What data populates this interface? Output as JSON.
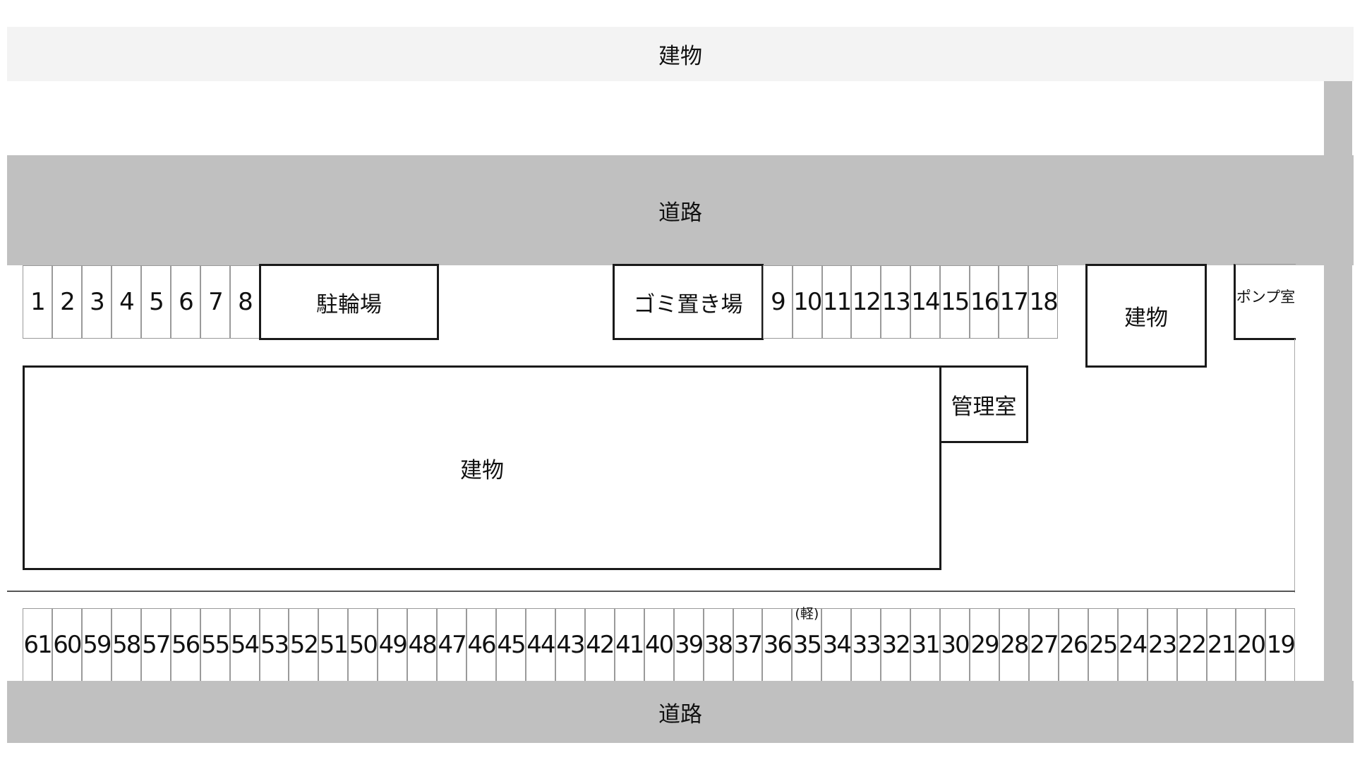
{
  "labels": {
    "building_top": "建物",
    "road_upper": "道路",
    "road_lower": "道路",
    "bicycle_parking": "駐輪場",
    "garbage_area": "ゴミ置き場",
    "building_right": "建物",
    "pump_room": "ポンプ室",
    "management_office": "管理室",
    "building_main": "建物"
  },
  "stalls_top_left": [
    "1",
    "2",
    "3",
    "4",
    "5",
    "6",
    "7",
    "8"
  ],
  "stalls_top_right": [
    "9",
    "10",
    "11",
    "12",
    "13",
    "14",
    "15",
    "16",
    "17",
    "18"
  ],
  "stalls_bottom": [
    "61",
    "60",
    "59",
    "58",
    "57",
    "56",
    "55",
    "54",
    "53",
    "52",
    "51",
    "50",
    "49",
    "48",
    "47",
    "46",
    "45",
    "44",
    "43",
    "42",
    "41",
    "40",
    "39",
    "38",
    "37",
    "36",
    "35",
    "34",
    "33",
    "32",
    "31",
    "30",
    "29",
    "28",
    "27",
    "26",
    "25",
    "24",
    "23",
    "22",
    "21",
    "20",
    "19"
  ],
  "stall_notes": {
    "35": "(軽)"
  }
}
